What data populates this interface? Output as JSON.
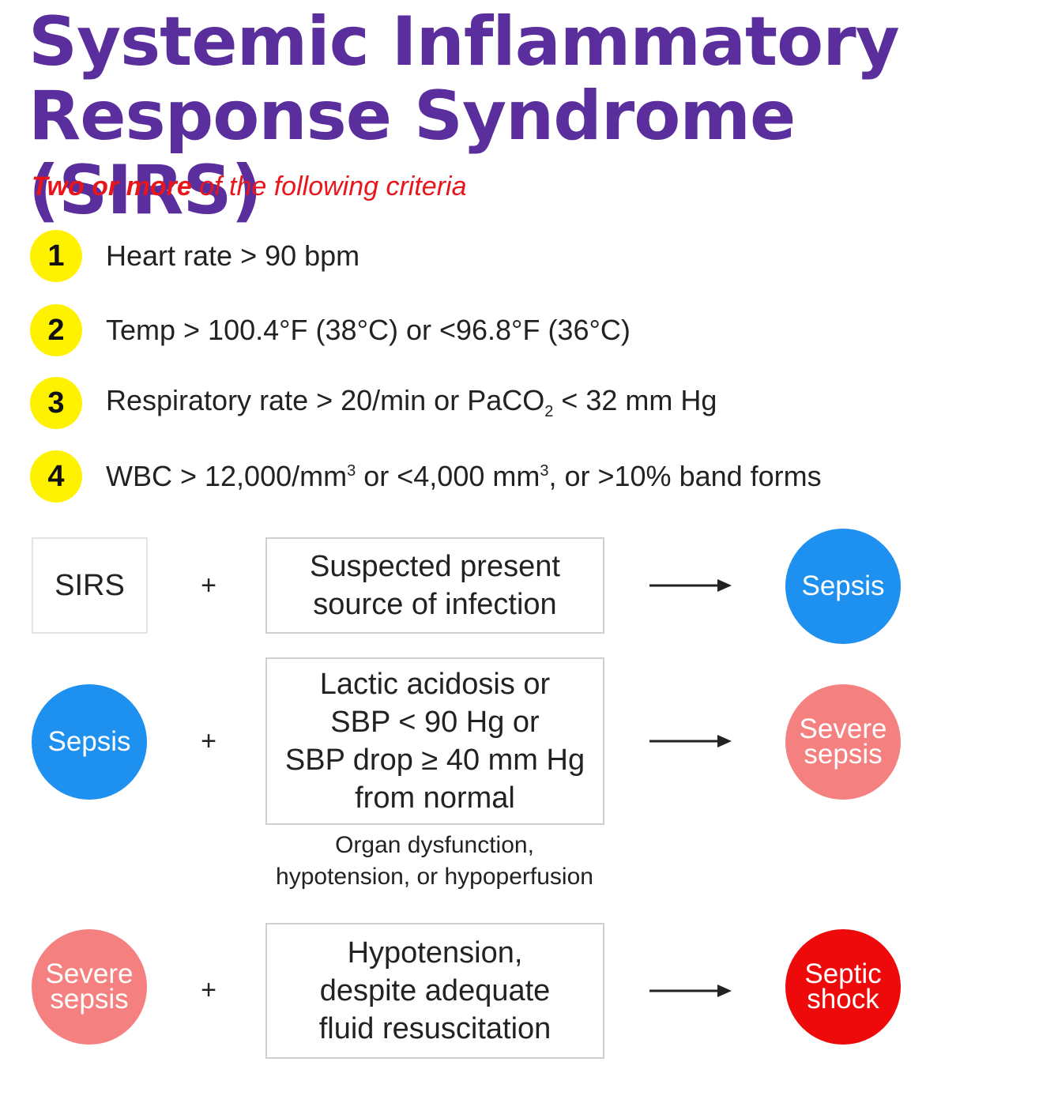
{
  "colors": {
    "title": "#5a2e9c",
    "subtitle": "#e8161b",
    "badge": "#fff200",
    "sepsis": "#1e90f0",
    "severe_sepsis": "#f58080",
    "septic_shock": "#ee0a0a"
  },
  "title": {
    "line1": "Systemic Inflammatory",
    "line2": "Response Syndrome (SIRS)"
  },
  "subtitle": {
    "strong": "Two or more",
    "rest": " of the following criteria"
  },
  "criteria": [
    {
      "number": "1",
      "text": "Heart rate > 90 bpm"
    },
    {
      "number": "2",
      "text": "Temp > 100.4°F (38°C) or <96.8°F (36°C)"
    },
    {
      "number": "3",
      "text_before": "Respiratory rate > 20/min or PaCO",
      "sub": "2",
      "text_after": " < 32 mm Hg"
    },
    {
      "number": "4",
      "text_a": "WBC > 12,000/mm",
      "sup1": "3",
      "text_b": " or <4,000 mm",
      "sup2": "3",
      "text_c": ", or >10% band forms"
    }
  ],
  "flow": {
    "plus": "+",
    "row1": {
      "start": "SIRS",
      "condition": "Suspected present\nsource of infection",
      "result": "Sepsis"
    },
    "row2": {
      "start": "Sepsis",
      "condition": "Lactic acidosis or\nSBP < 90 Hg or\nSBP drop ≥ 40 mm Hg\nfrom normal",
      "note": "Organ dysfunction,\nhypotension, or hypoperfusion",
      "result": "Severe\nsepsis"
    },
    "row3": {
      "start": "Severe\nsepsis",
      "condition": "Hypotension,\ndespite adequate\nfluid resuscitation",
      "result": "Septic\nshock"
    }
  }
}
